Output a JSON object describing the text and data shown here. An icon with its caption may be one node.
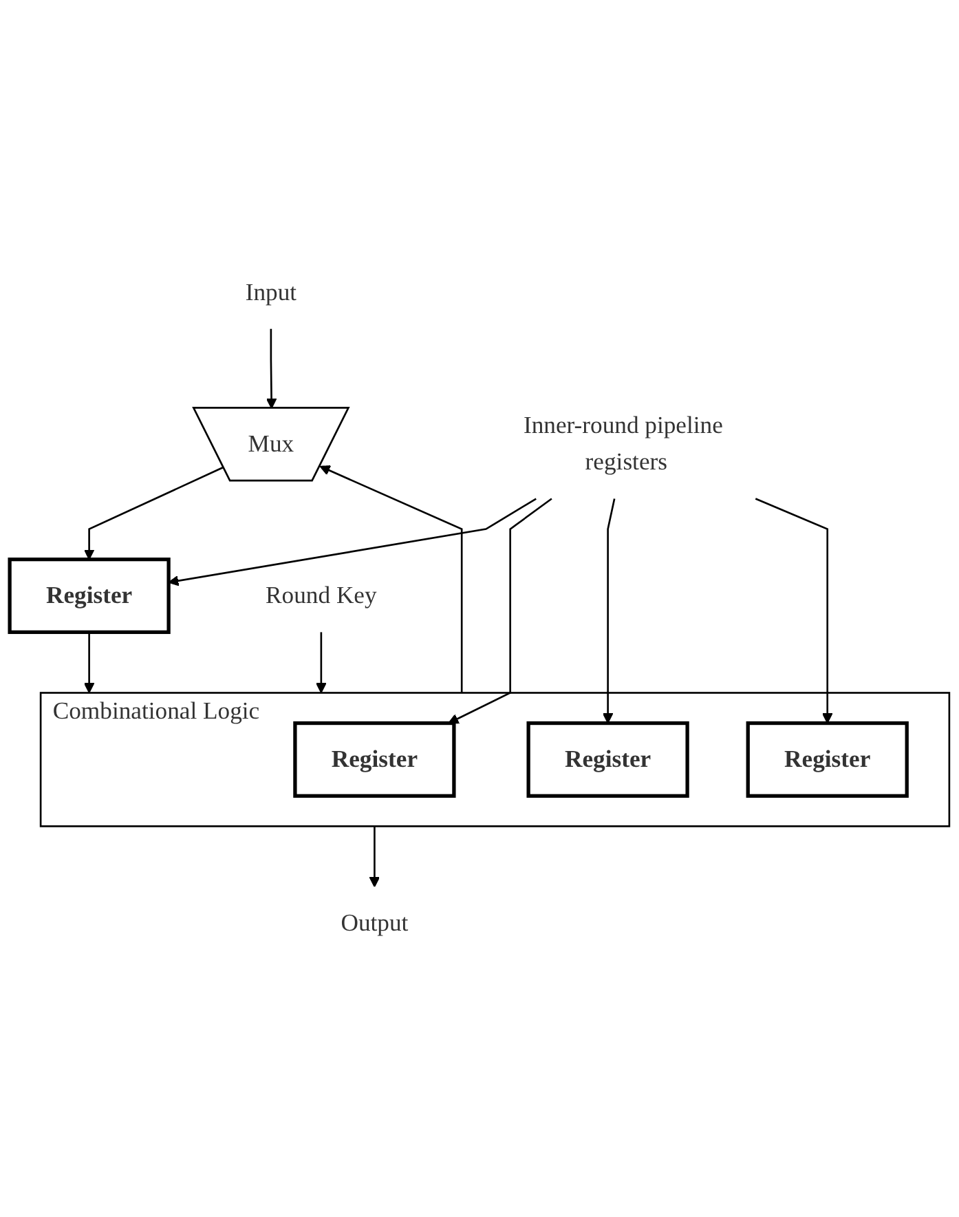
{
  "diagram": {
    "nodes": [
      {
        "text": [
          "Input"
        ]
      },
      {
        "text": [
          "Mux"
        ]
      },
      {
        "text": [
          "Register"
        ]
      },
      {
        "text": [
          "Combinational Logic"
        ]
      },
      {
        "text": [
          "Register"
        ],
        "in": 3
      },
      {
        "text": [
          "Register"
        ],
        "in": 3
      },
      {
        "text": [
          "Register"
        ],
        "in": 3
      },
      {
        "text": [
          "Inner-round pipeline registers"
        ]
      },
      {
        "text": [
          "Round Key"
        ]
      },
      {
        "text": [
          "Output"
        ]
      }
    ],
    "edges": [
      {
        "from": 0,
        "to": 1,
        "arrow": "to"
      },
      {
        "from": 3,
        "to": 1,
        "arrow": "to"
      },
      {
        "from": 1,
        "to": 2,
        "arrow": "to"
      },
      {
        "from": 2,
        "to": 3,
        "arrow": "to"
      },
      {
        "from": 7,
        "to": 2,
        "arrow": "to"
      },
      {
        "from": 7,
        "to": 4,
        "arrow": "to"
      },
      {
        "from": 7,
        "to": 5,
        "arrow": "to"
      },
      {
        "from": 7,
        "to": 6,
        "arrow": "to"
      },
      {
        "from": 8,
        "to": 3,
        "arrow": "to"
      },
      {
        "from": 3,
        "to": 9,
        "arrow": "to"
      }
    ]
  }
}
